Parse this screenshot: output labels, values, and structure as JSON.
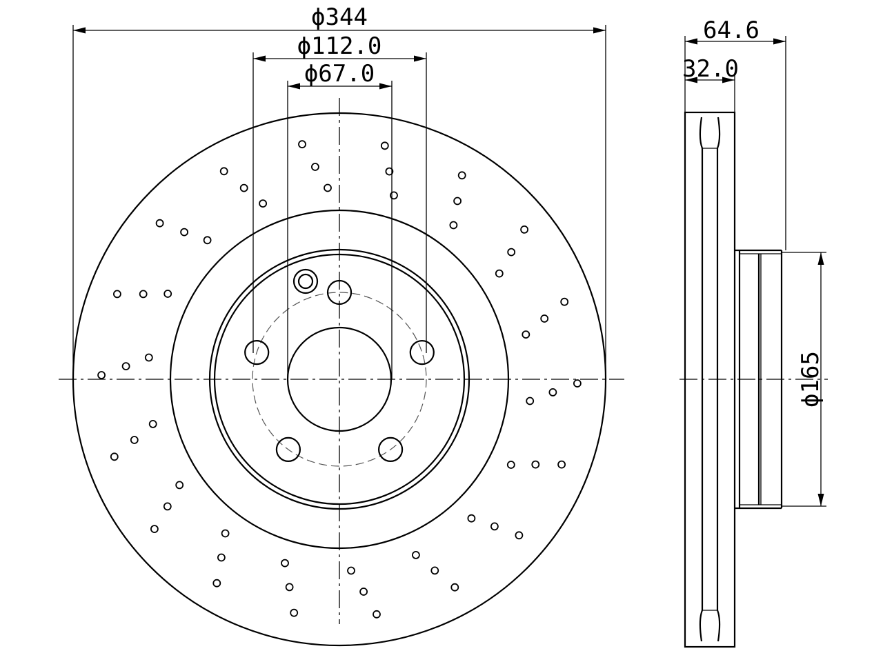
{
  "drawing": {
    "dimensions": {
      "outer_diameter": "ϕ344",
      "bolt_circle": "ϕ112.0",
      "center_bore": "ϕ67.0",
      "total_height": "64.6",
      "disc_thickness": "32.0",
      "hat_diameter": "ϕ165"
    },
    "bolt_holes": 5,
    "drill_pattern": {
      "groups": 18,
      "holes_per_group": 3
    }
  }
}
